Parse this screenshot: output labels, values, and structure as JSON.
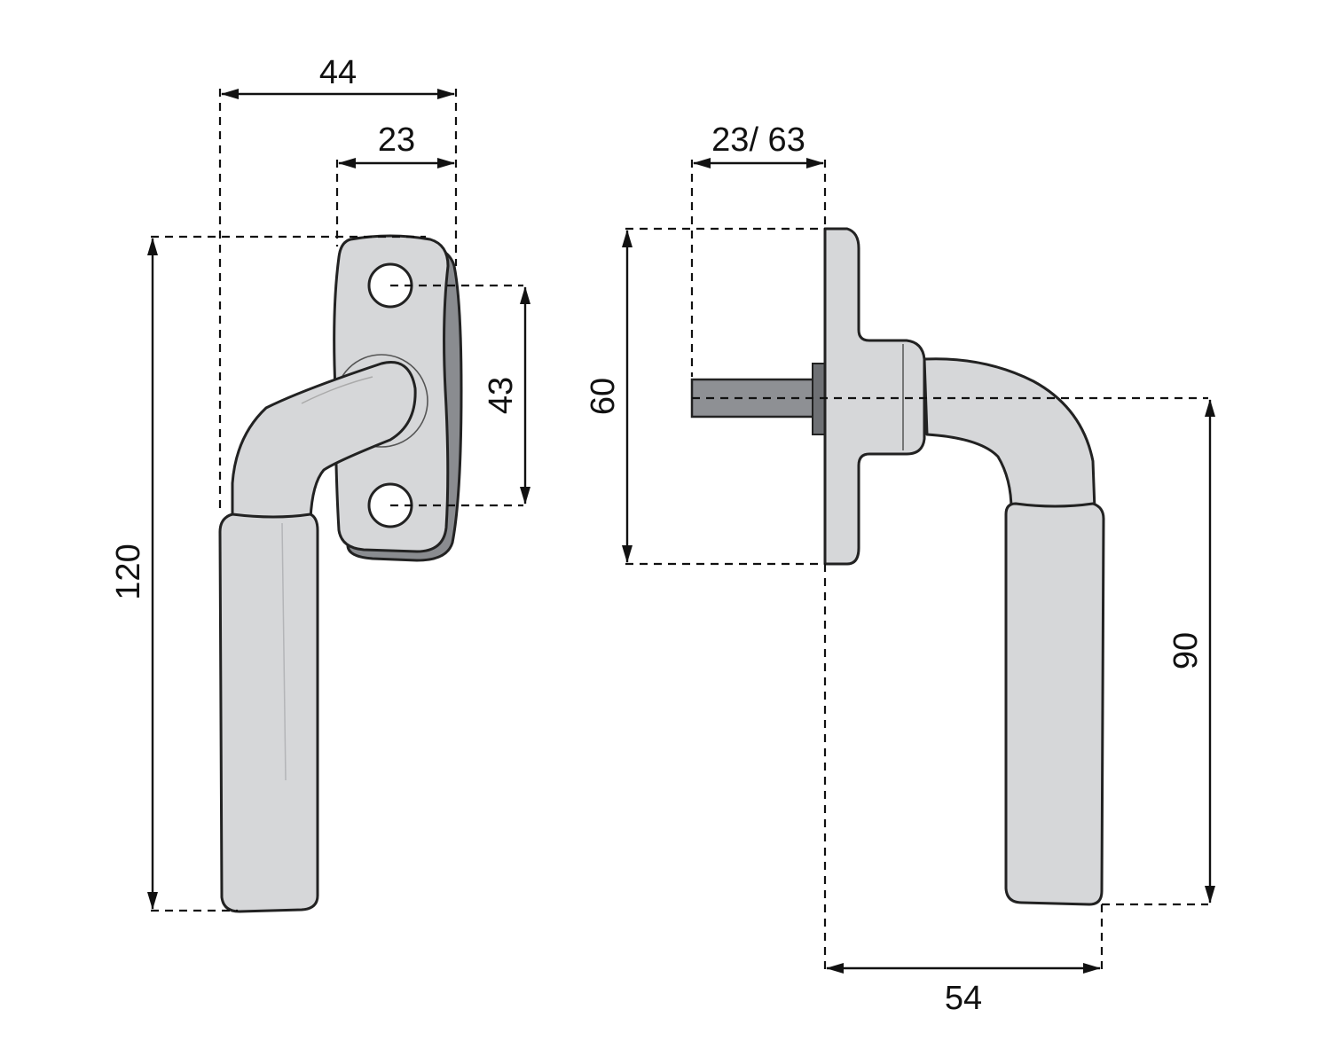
{
  "drawing": {
    "subject": "window-handle-technical-drawing",
    "colors": {
      "body": "#d6d7d9",
      "shadow": "#8a8c90",
      "spindle": "#8e9094",
      "line": "#111111",
      "background": "#ffffff"
    }
  },
  "front_view": {
    "dimensions": {
      "overall_width": "44",
      "rose_half_width": "23",
      "overall_height": "120",
      "screw_spacing": "43"
    }
  },
  "side_view": {
    "dimensions": {
      "spindle_length": "23/ 63",
      "rose_height": "60",
      "projection": "54",
      "lever_drop": "90"
    }
  }
}
